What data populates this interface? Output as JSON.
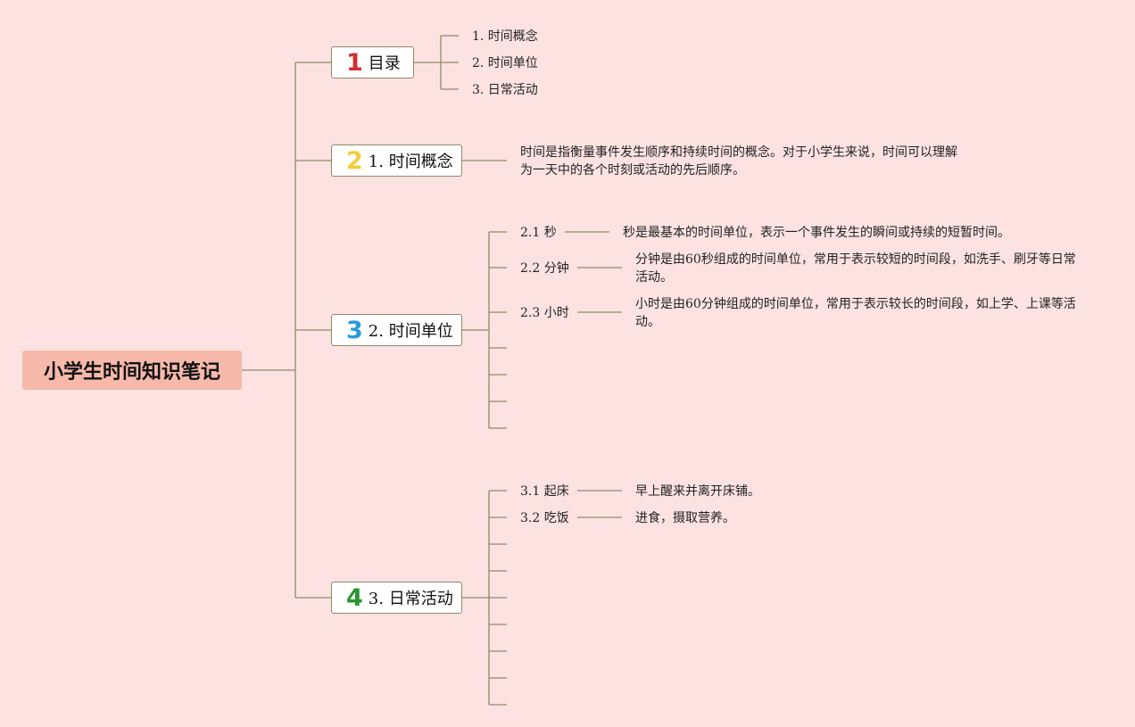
{
  "root": {
    "title": "小学生时间知识笔记"
  },
  "branches": [
    {
      "badge": "1",
      "badge_color": "#d32f2f",
      "label": "目录"
    },
    {
      "badge": "2",
      "badge_color": "#f2cf3c",
      "label": "1. 时间概念"
    },
    {
      "badge": "3",
      "badge_color": "#2a9ad8",
      "label": "2. 时间单位"
    },
    {
      "badge": "4",
      "badge_color": "#27962f",
      "label": "3. 日常活动"
    }
  ],
  "toc": [
    "1. 时间概念",
    "2. 时间单位",
    "3. 日常活动"
  ],
  "concept": {
    "text": "时间是指衡量事件发生顺序和持续时间的概念。对于小学生来说，时间可以理解为一天中的各个时刻或活动的先后顺序。"
  },
  "units": [
    {
      "label": "2.1 秒",
      "text": "秒是最基本的时间单位，表示一个事件发生的瞬间或持续的短暂时间。"
    },
    {
      "label": "2.2 分钟",
      "text": "分钟是由60秒组成的时间单位，常用于表示较短的时间段，如洗手、刷牙等日常活动。"
    },
    {
      "label": "2.3 小时",
      "text": "小时是由60分钟组成的时间单位，常用于表示较长的时间段，如上学、上课等活动。"
    }
  ],
  "activities": [
    {
      "label": "3.1 起床",
      "text": "早上醒来并离开床铺。"
    },
    {
      "label": "3.2 吃饭",
      "text": "进食，摄取营养。"
    }
  ],
  "colors": {
    "background": "#fde2e2",
    "root_fill": "#f7b9aa",
    "line": "#8e8a6a"
  }
}
